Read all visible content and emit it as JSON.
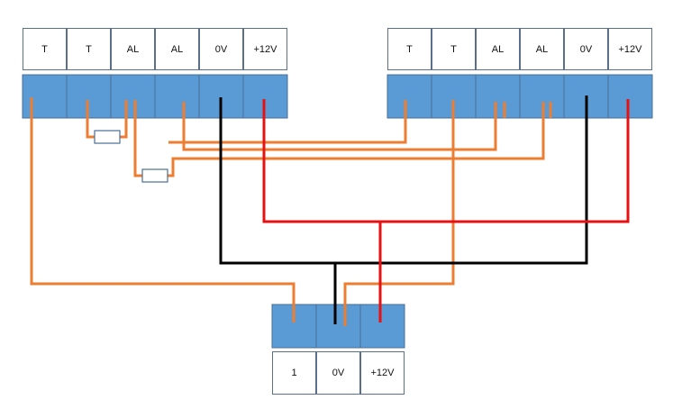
{
  "left_block": {
    "labels": [
      "T",
      "T",
      "AL",
      "AL",
      "0V",
      "+12V"
    ]
  },
  "right_block": {
    "labels": [
      "T",
      "T",
      "AL",
      "AL",
      "0V",
      "+12V"
    ]
  },
  "bottom_block": {
    "labels": [
      "1",
      "0V",
      "+12V"
    ]
  },
  "colors": {
    "terminal_fill": "#5b9bd5",
    "terminal_border": "#4a6e96",
    "label_border": "#5a6f8a",
    "wire_orange": "#ed7d31",
    "wire_black": "#000000",
    "wire_red": "#e81010",
    "resistor_fill": "#ffffff",
    "resistor_border": "#4a6e96"
  }
}
